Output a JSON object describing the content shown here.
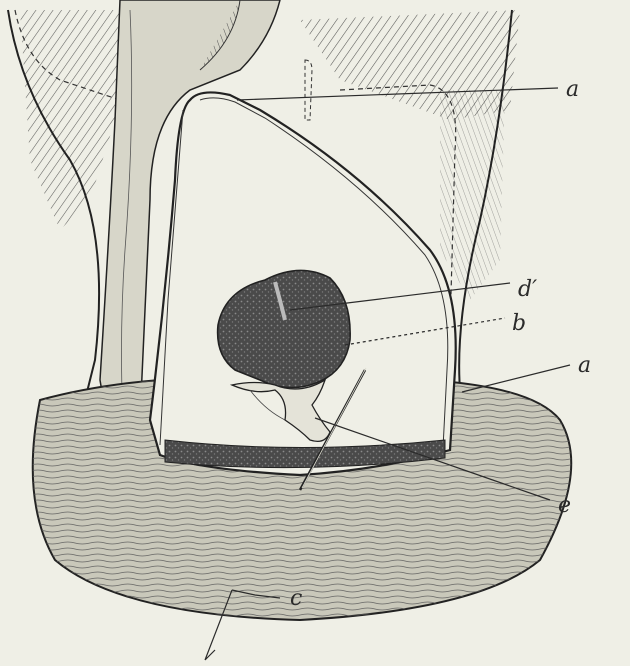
{
  "figure": {
    "labels": {
      "a_top": "a",
      "d_prime": "d′",
      "b": "b",
      "a_right": "a",
      "e": "e",
      "c": "c"
    }
  }
}
